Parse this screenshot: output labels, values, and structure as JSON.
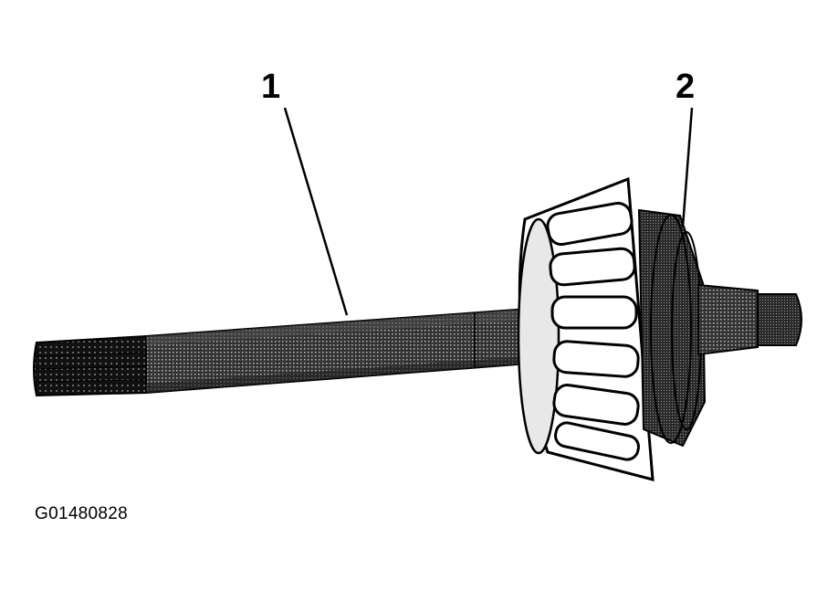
{
  "callouts": [
    {
      "id": "1",
      "text": "1"
    },
    {
      "id": "2",
      "text": "2"
    }
  ],
  "figure_id": "G01480828",
  "colors": {
    "ink": "#000000",
    "background": "#ffffff",
    "shaft_dark": "#1a1a1a",
    "shaft_mid": "#555555",
    "cage_light": "#ffffff"
  }
}
